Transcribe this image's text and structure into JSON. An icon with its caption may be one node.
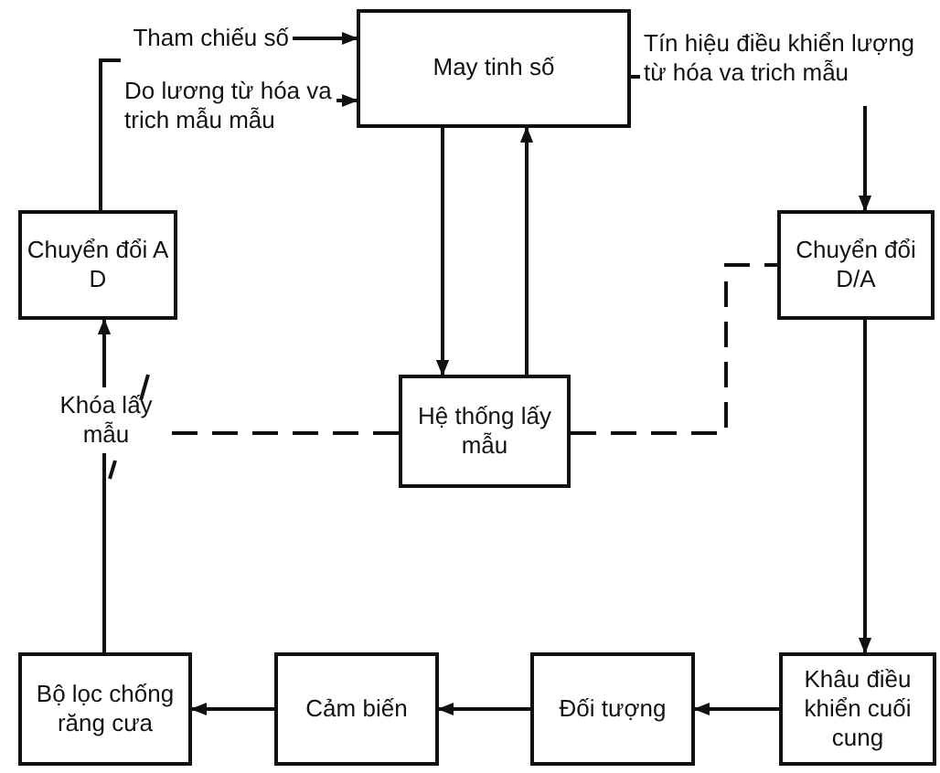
{
  "diagram": {
    "nodes": [
      {
        "text": [
          "Tham chiếu số"
        ]
      },
      {
        "text": [
          "May tinh số"
        ]
      },
      {
        "text": [
          "Do lương từ hóa va trich mẫu mẫu"
        ]
      },
      {
        "text": [
          "Tín hiệu điều khiển lượng từ hóa va trich mẫu"
        ]
      },
      {
        "text": [
          "Chuyển đổi A D"
        ]
      },
      {
        "text": [
          "Chuyển đổi D/A"
        ]
      },
      {
        "text": [
          "Khóa lấy mẫu"
        ]
      },
      {
        "text": [
          "Hệ thống lấy mẫu"
        ]
      },
      {
        "text": [
          "Bộ lọc chống răng cưa"
        ]
      },
      {
        "text": [
          "Cảm biến"
        ]
      },
      {
        "text": [
          "Đối tượng"
        ]
      },
      {
        "text": [
          "Khâu điều khiển cuối cung"
        ]
      }
    ],
    "edges": [
      {
        "from": 0,
        "to": 1,
        "arrow": "to"
      },
      {
        "from": 2,
        "to": 1,
        "arrow": "to"
      },
      {
        "from": 4,
        "to": 2,
        "arrow": "none"
      },
      {
        "from": 1,
        "to": 3,
        "arrow": "none"
      },
      {
        "from": 3,
        "to": 5,
        "arrow": "to"
      },
      {
        "from": 1,
        "to": 7,
        "arrow": "to"
      },
      {
        "from": 7,
        "to": 1,
        "arrow": "to"
      },
      {
        "from": 7,
        "to": 6,
        "arrow": "none",
        "style": "dashed"
      },
      {
        "from": 7,
        "to": 5,
        "arrow": "none",
        "style": "dashed"
      },
      {
        "from": 6,
        "to": 4,
        "arrow": "to"
      },
      {
        "from": 8,
        "to": 6,
        "arrow": "none"
      },
      {
        "from": 5,
        "to": 11,
        "arrow": "to"
      },
      {
        "from": 11,
        "to": 10,
        "arrow": "to"
      },
      {
        "from": 10,
        "to": 9,
        "arrow": "to"
      },
      {
        "from": 9,
        "to": 8,
        "arrow": "to"
      }
    ]
  }
}
